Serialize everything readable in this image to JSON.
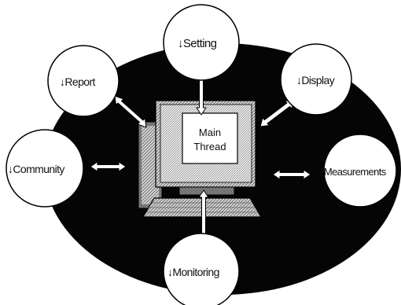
{
  "nodes": {
    "setting": "Setting",
    "report": "Report",
    "display": "Display",
    "community": "Community",
    "measurements": "Measurements",
    "monitoring": "Monitoring"
  },
  "center": {
    "line1": "Main",
    "line2": "Thread"
  },
  "node_marker": "↓",
  "colors": {
    "ellipse": "#050505",
    "node_fill": "#ffffff",
    "computer_hatch": "#8a8a8a",
    "outline": "#000000"
  }
}
